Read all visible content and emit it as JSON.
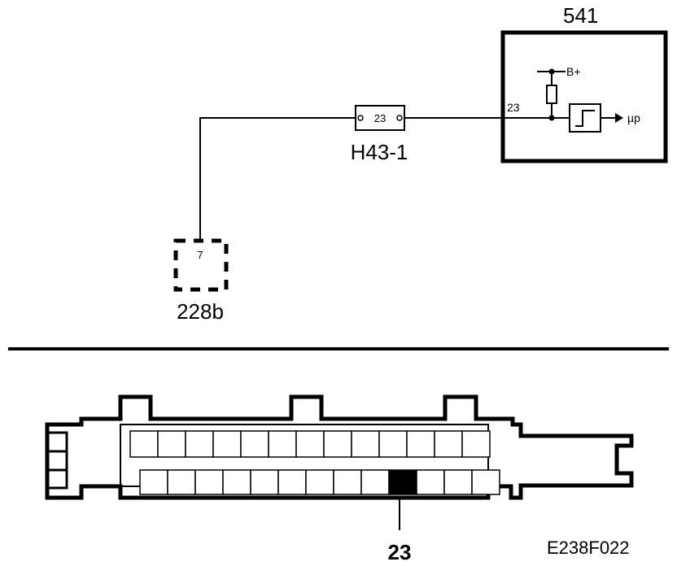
{
  "diagram": {
    "control_unit": {
      "id": "541",
      "pin": "23",
      "supply_label": "B+",
      "output_label": "µp"
    },
    "connector": {
      "id": "H43-1",
      "pin": "23"
    },
    "component": {
      "id": "228b",
      "pin": "7"
    },
    "connector_view": {
      "highlighted_pin": "23",
      "row_top_count": 13,
      "row_bottom_count": 13,
      "highlight_row": "bottom",
      "highlight_index": 9
    },
    "figure_code": "E238F022"
  }
}
